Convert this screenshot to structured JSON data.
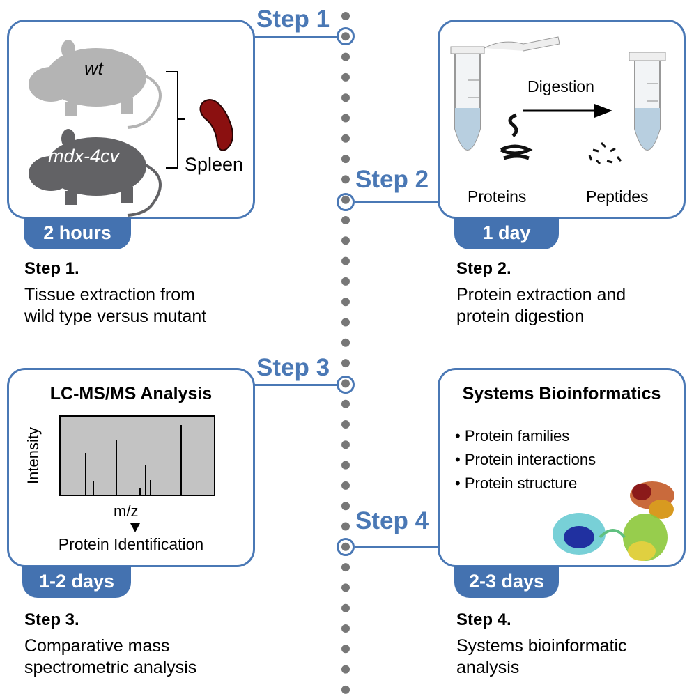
{
  "steps": [
    {
      "label": "Step 1",
      "duration": "2 hours",
      "title": "Step 1.",
      "desc": [
        "Tissue extraction from",
        "wild type versus mutant"
      ]
    },
    {
      "label": "Step 2",
      "duration": "1 day",
      "title": "Step 2.",
      "desc": [
        "Protein extraction and",
        "protein digestion"
      ]
    },
    {
      "label": "Step 3",
      "duration": "1-2 days",
      "title": "Step 3.",
      "desc": [
        "Comparative mass",
        "spectrometric analysis"
      ]
    },
    {
      "label": "Step 4",
      "duration": "2-3 days",
      "title": "Step 4.",
      "desc": [
        "Systems bioinformatic",
        "analysis"
      ]
    }
  ],
  "panel1": {
    "mouse_wt": "wt",
    "mouse_mutant": "mdx-4cv",
    "tissue": "Spleen"
  },
  "panel2": {
    "arrow_label": "Digestion",
    "left_label": "Proteins",
    "right_label": "Peptides"
  },
  "panel3": {
    "title": "LC-MS/MS Analysis",
    "y_axis": "Intensity",
    "x_axis": "m/z",
    "result": "Protein Identification"
  },
  "panel4": {
    "title": "Systems Bioinformatics",
    "bullets": [
      "Protein families",
      "Protein interactions",
      "Protein structure"
    ]
  },
  "colors": {
    "accent": "#4472b0",
    "timeline_dots": "#777777",
    "spleen": "#8b1010"
  }
}
